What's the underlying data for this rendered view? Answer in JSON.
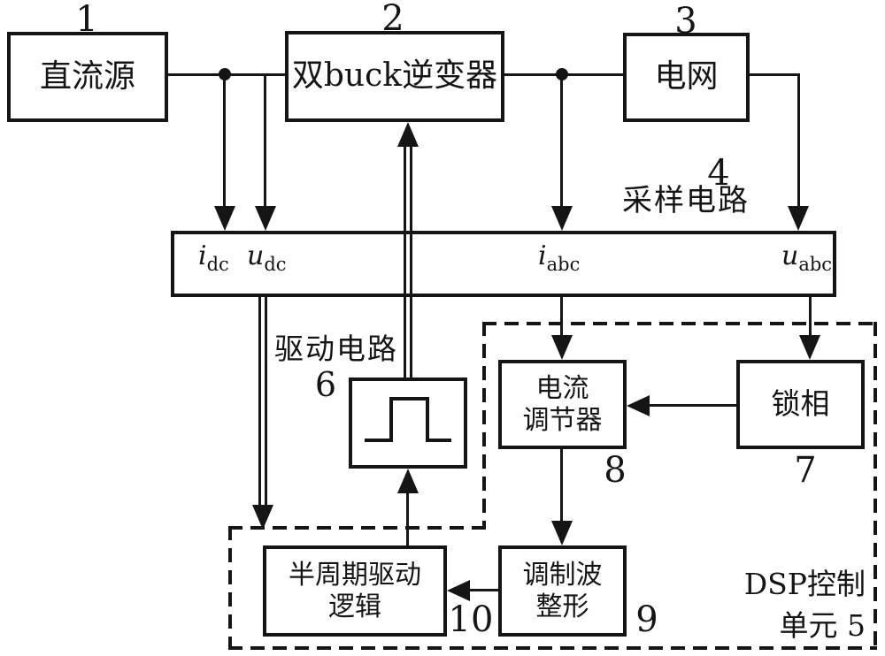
{
  "page": {
    "background": "#ffffff",
    "line_color": "#151515"
  },
  "blocks": {
    "dc_source": {
      "num": "1",
      "label": "直流源"
    },
    "inverter": {
      "num": "2",
      "label": "双buck逆变器"
    },
    "grid": {
      "num": "3",
      "label": "电网"
    },
    "sampling": {
      "num": "4",
      "label": "采样电路"
    },
    "dsp_unit": {
      "num": "5",
      "label_line1": "DSP控制",
      "label_line2": "单元"
    },
    "driver": {
      "num": "6",
      "label": "驱动电路"
    },
    "pll": {
      "num": "7",
      "label": "锁相"
    },
    "current_regulator": {
      "num": "8",
      "label_line1": "电流",
      "label_line2": "调节器"
    },
    "modulation_shaper": {
      "num": "9",
      "label_line1": "调制波",
      "label_line2": "整形"
    },
    "half_cycle_logic": {
      "num": "10",
      "label_line1": "半周期驱动",
      "label_line2": "逻辑"
    }
  },
  "signals": {
    "idc": {
      "base": "i",
      "sub": "dc"
    },
    "udc": {
      "base": "u",
      "sub": "dc"
    },
    "iabc": {
      "base": "i",
      "sub": "abc"
    },
    "uabc": {
      "base": "u",
      "sub": "abc"
    }
  }
}
